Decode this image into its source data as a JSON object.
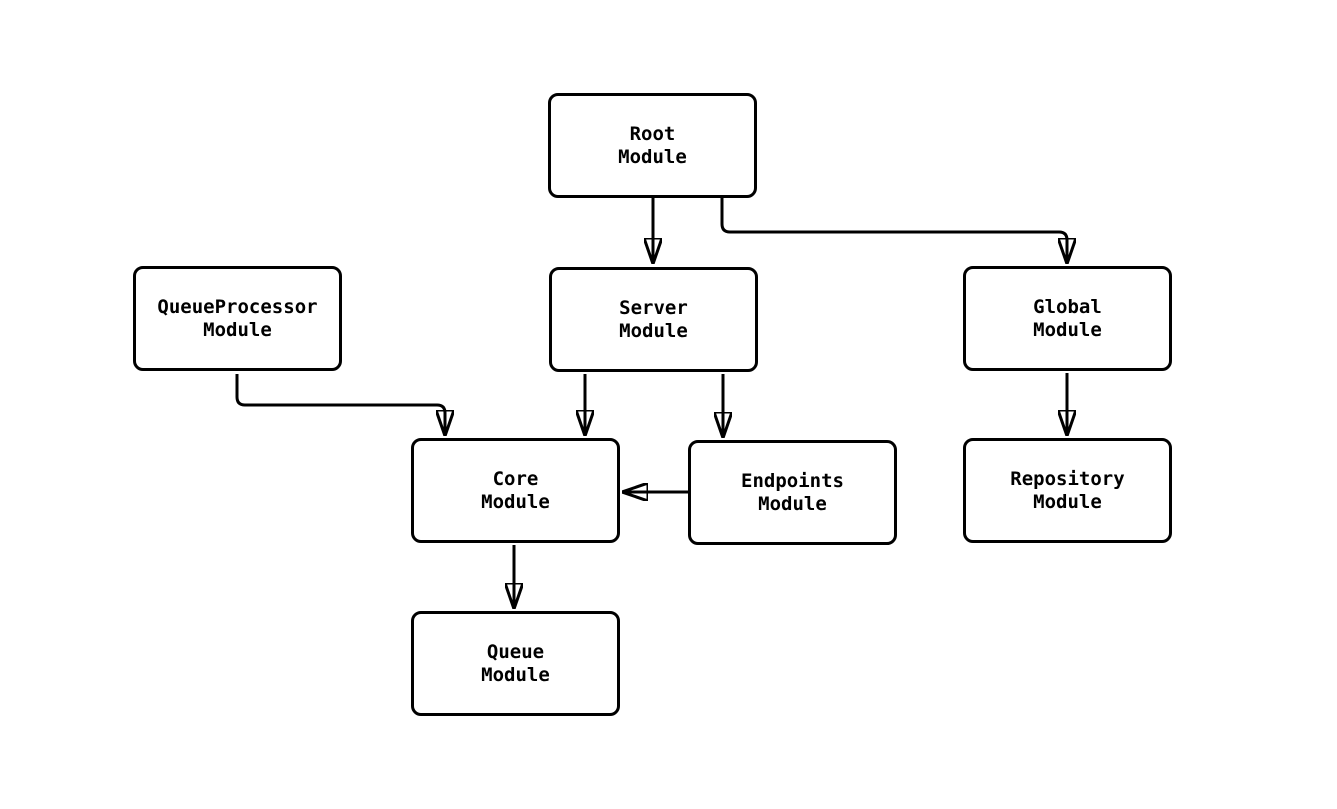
{
  "diagram": {
    "type": "flowchart",
    "direction": "top-down",
    "colors": {
      "background": "#ffffff",
      "node_fill": "#ffffff",
      "node_border": "#000000",
      "edge": "#000000",
      "text": "#000000"
    },
    "nodes": {
      "root": {
        "label": "Root\nModule"
      },
      "queueprocessor": {
        "label": "QueueProcessor\nModule"
      },
      "server": {
        "label": "Server\nModule"
      },
      "global": {
        "label": "Global\nModule"
      },
      "core": {
        "label": "Core\nModule"
      },
      "endpoints": {
        "label": "Endpoints\nModule"
      },
      "repository": {
        "label": "Repository\nModule"
      },
      "queue": {
        "label": "Queue\nModule"
      }
    },
    "edges": [
      {
        "from": "Root Module",
        "to": "Server Module"
      },
      {
        "from": "Root Module",
        "to": "Global Module"
      },
      {
        "from": "QueueProcessor Module",
        "to": "Core Module"
      },
      {
        "from": "Server Module",
        "to": "Core Module"
      },
      {
        "from": "Server Module",
        "to": "Endpoints Module"
      },
      {
        "from": "Endpoints Module",
        "to": "Core Module"
      },
      {
        "from": "Core Module",
        "to": "Queue Module"
      },
      {
        "from": "Global Module",
        "to": "Repository Module"
      }
    ]
  }
}
